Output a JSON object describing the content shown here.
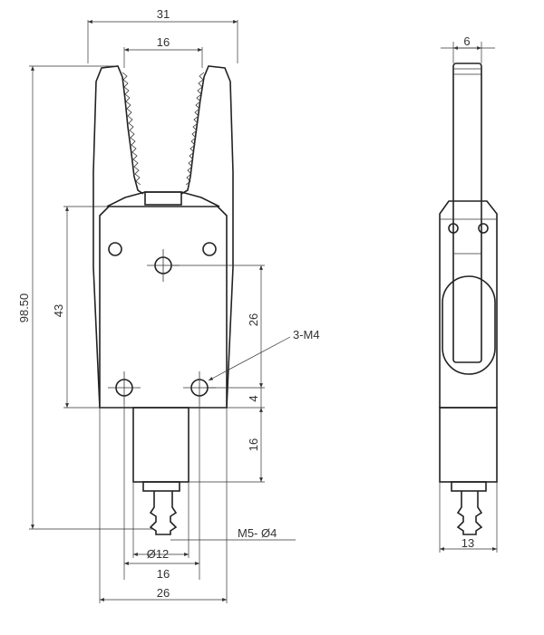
{
  "dimensions": {
    "front": {
      "overall_width": "31",
      "jaw_opening": "16",
      "overall_height": "98.50",
      "body_height": "43",
      "hole_spacing_vertical": "26",
      "hole_to_bottom": "4",
      "base_height": "16",
      "base_diameter": "Ø12",
      "base_width": "16",
      "body_width": "26"
    },
    "side": {
      "jaw_thickness": "6",
      "body_depth": "13"
    }
  },
  "labels": {
    "mount_holes": "3-M4",
    "port_fitting": "M5- Ø4"
  }
}
